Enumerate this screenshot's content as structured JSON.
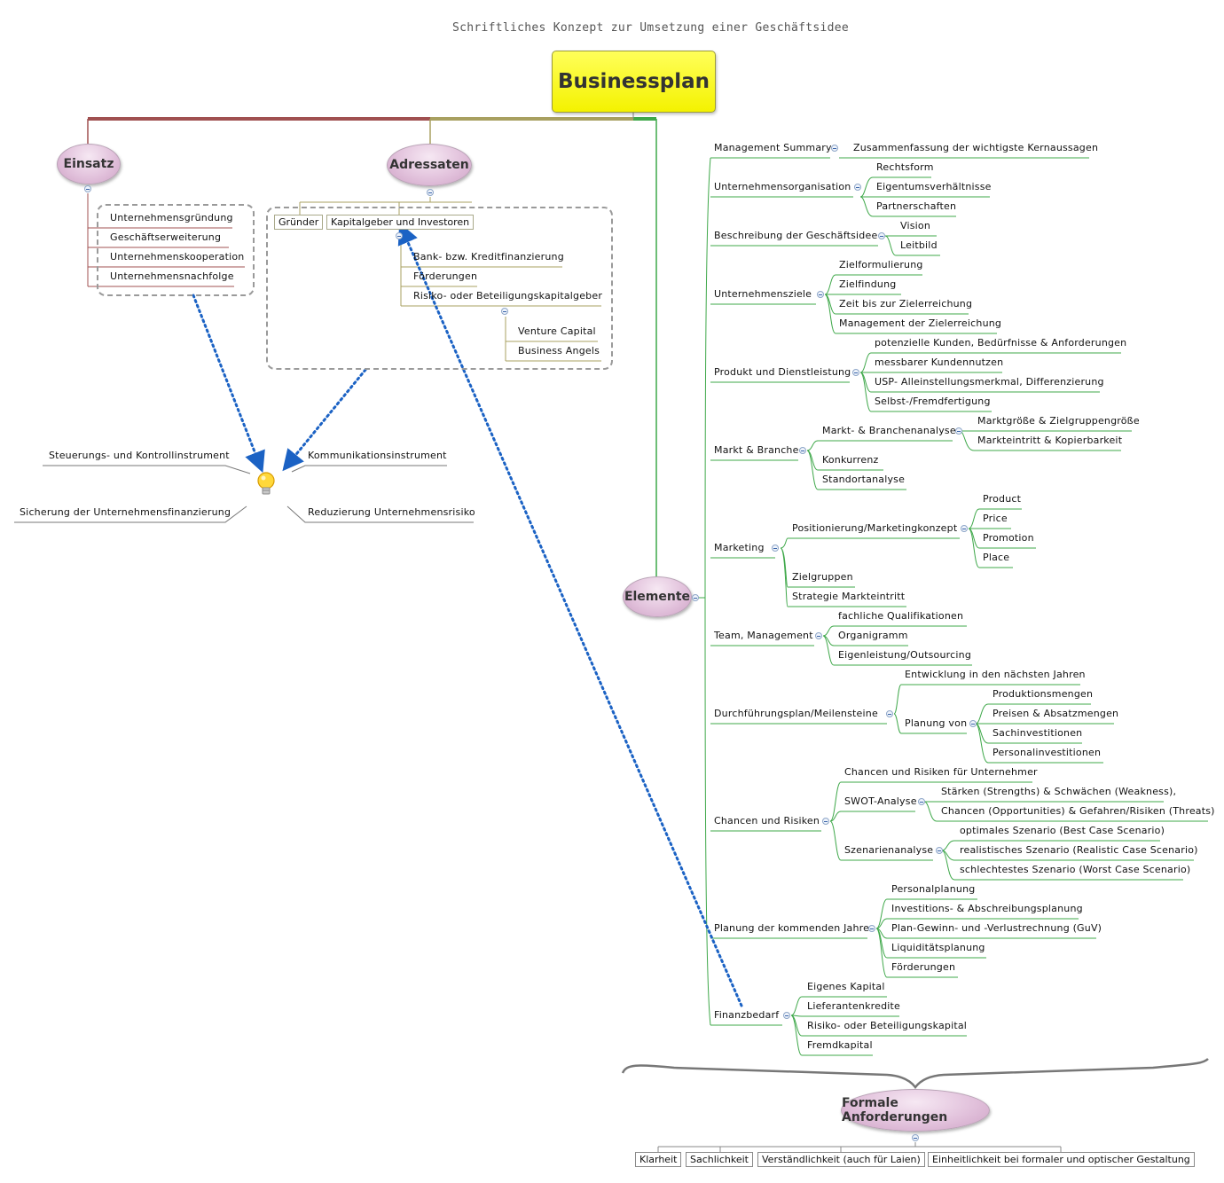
{
  "title": "Businessplan",
  "subtitle": "Schriftliches Konzept zur Umsetzung einer Geschäftsidee",
  "einsatz": {
    "label": "Einsatz",
    "items": [
      "Unternehmensgründung",
      "Geschäftserweiterung",
      "Unternehmenskooperation",
      "Unternehmensnachfolge"
    ]
  },
  "adressaten": {
    "label": "Adressaten",
    "gruender": "Gründer",
    "kapitalgeber": "Kapitalgeber und Investoren",
    "items": [
      "Bank- bzw. Kreditfinanzierung",
      "Förderungen",
      "Risiko- oder Beteiligungskapitalgeber"
    ],
    "sub": [
      "Venture Capital",
      "Business Angels"
    ]
  },
  "nutzen": {
    "left_top": "Steuerungs- und Kontrollinstrument",
    "left_bottom": "Sicherung der Unternehmensfinanzierung",
    "right_top": "Kommunikationsinstrument",
    "right_bottom": "Reduzierung Unternehmensrisiko"
  },
  "elemente": {
    "label": "Elemente",
    "management_summary": "Management Summary",
    "management_summary_sub": "Zusammenfassung der wichtigste Kernaussagen",
    "unternehmensorganisation": "Unternehmensorganisation",
    "unternehmensorganisation_sub": [
      "Rechtsform",
      "Eigentumsverhältnisse",
      "Partnerschaften"
    ],
    "geschaeftsidee": "Beschreibung der Geschäftsidee",
    "geschaeftsidee_sub": [
      "Vision",
      "Leitbild"
    ],
    "ziele": "Unternehmensziele",
    "ziele_sub": [
      "Zielformulierung",
      "Zielfindung",
      "Zeit bis zur Zielerreichung",
      "Management der Zielerreichung"
    ],
    "produkt": "Produkt und Dienstleistung",
    "produkt_sub": [
      "potenzielle Kunden, Bedürfnisse & Anforderungen",
      "messbarer Kundennutzen",
      "USP- Alleinstellungsmerkmal, Differenzierung",
      "Selbst-/Fremdfertigung"
    ],
    "markt": "Markt & Branche",
    "marktanalyse": "Markt- & Branchenanalyse",
    "marktanalyse_sub": [
      "Marktgröße & Zielgruppengröße",
      "Markteintritt & Kopierbarkeit"
    ],
    "markt_sub": [
      "Konkurrenz",
      "Standortanalyse"
    ],
    "marketing": "Marketing",
    "positionierung": "Positionierung/Marketingkonzept",
    "positionierung_sub": [
      "Product",
      "Price",
      "Promotion",
      "Place"
    ],
    "marketing_sub": [
      "Zielgruppen",
      "Strategie Markteintritt"
    ],
    "team": "Team, Management",
    "team_sub": [
      "fachliche Qualifikationen",
      "Organigramm",
      "Eigenleistung/Outsourcing"
    ],
    "durchfuehrung": "Durchführungsplan/Meilensteine",
    "entwicklung": "Entwicklung in den nächsten Jahren",
    "planung_von": "Planung von",
    "planung_von_sub": [
      "Produktionsmengen",
      "Preisen & Absatzmengen",
      "Sachinvestitionen",
      "Personalinvestitionen"
    ],
    "chancen": "Chancen und Risiken",
    "chancen_unternehmer": "Chancen und Risiken für Unternehmer",
    "swot": "SWOT-Analyse",
    "swot_sub": [
      "Stärken (Strengths) & Schwächen (Weakness),",
      "Chancen (Opportunities) & Gefahren/Risiken (Threats)"
    ],
    "szenarien": "Szenarienanalyse",
    "szenarien_sub": [
      "optimales Szenario (Best Case Scenario)",
      "realistisches Szenario (Realistic Case Scenario)",
      "schlechtestes Szenario (Worst Case Scenario)"
    ],
    "planung": "Planung der kommenden Jahre",
    "planung_sub": [
      "Personalplanung",
      "Investitions- & Abschreibungsplanung",
      "Plan-Gewinn- und -Verlustrechnung (GuV)",
      "Liquiditätsplanung",
      "Förderungen"
    ],
    "finanzbedarf": "Finanzbedarf",
    "finanzbedarf_sub": [
      "Eigenes Kapital",
      "Lieferantenkredite",
      "Risiko- oder Beteiligungskapital",
      "Fremdkapital"
    ]
  },
  "formal": {
    "label": "Formale Anforderungen",
    "items": [
      "Klarheit",
      "Sachlichkeit",
      "Verständlichkeit (auch für Laien)",
      "Einheitlichkeit bei formaler und optischer Gestaltung"
    ]
  },
  "colors": {
    "root": "#f4f200",
    "oval": "#e2c2dc",
    "einsatz_line": "#a05050",
    "adressaten_line": "#a8a060",
    "elemente_line": "#3fa84a",
    "dotted_arrow": "#1b62c4"
  },
  "icons": [
    "lightbulb-icon",
    "collapse-icon"
  ]
}
